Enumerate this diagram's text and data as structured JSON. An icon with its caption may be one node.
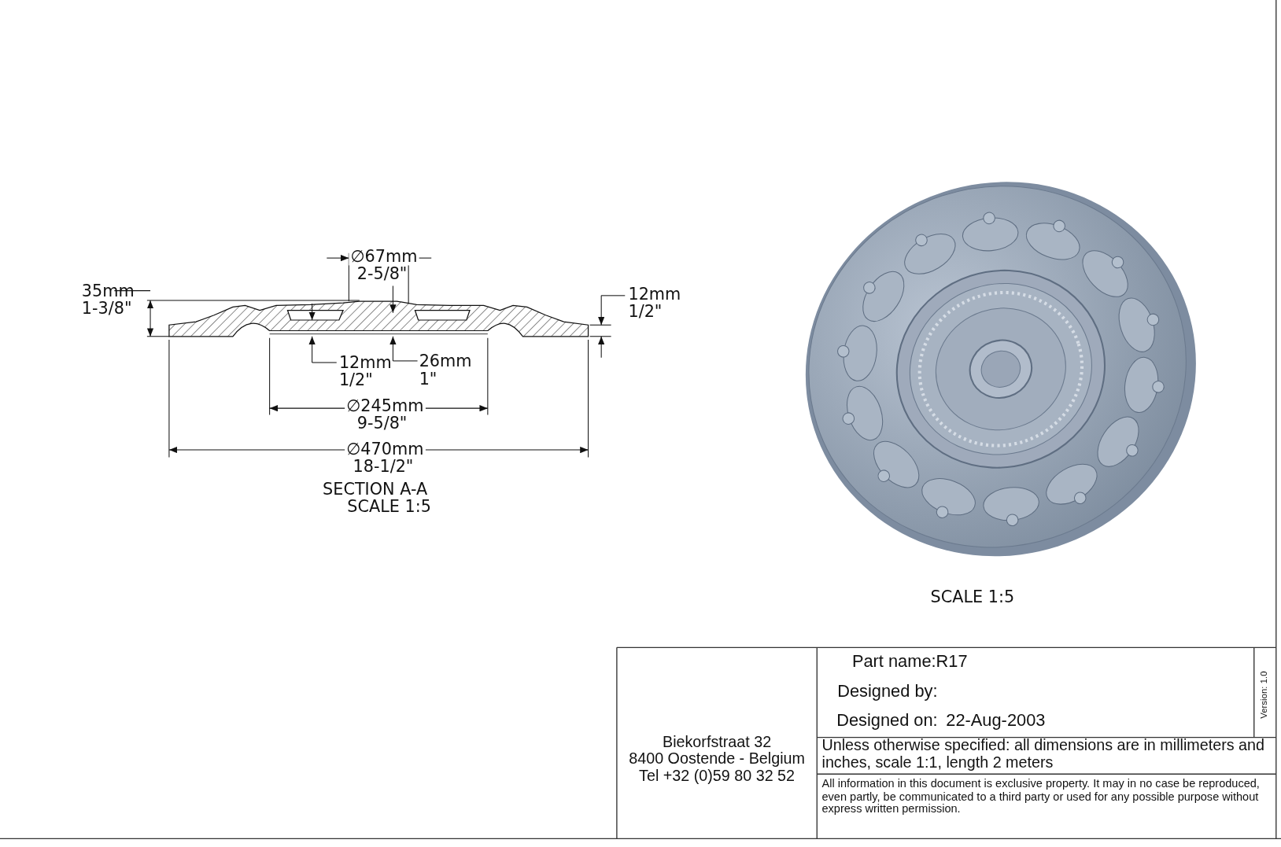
{
  "diagram": {
    "labels": [
      "∅67mm",
      "2-5/8\"",
      "35mm",
      "1-3/8\"",
      "12mm",
      "1/2\"",
      "12mm",
      "1/2\"",
      "26mm",
      "1\"",
      "∅245mm",
      "9-5/8\"",
      "∅470mm",
      "18-1/2\"",
      "SECTION A-A",
      "SCALE 1:5",
      "SCALE 1:5",
      "Part name:R17",
      "Designed by:",
      "Designed on:",
      "22-Aug-2003",
      "Version: 1.0",
      "Biekorfstraat 32",
      "8400 Oostende - Belgium",
      "Tel +32 (0)59 80 32 52",
      "Unless otherwise specified: all dimensions are in millimeters and inches, scale 1:1, length 2 meters",
      "All information in this document is exclusive property. It may in no case be reproduced, even partly, be communicated to a third party or used for any possible purpose without express written permission."
    ]
  }
}
